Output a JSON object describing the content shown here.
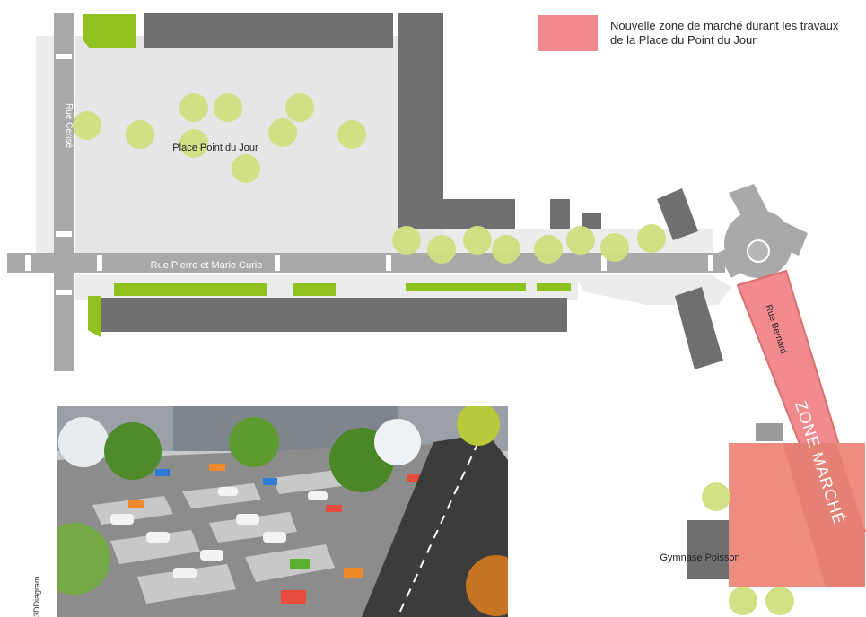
{
  "legend": {
    "color": "#f08a8e",
    "text": "Nouvelle zone de marché durant les travaux de la Place du Point du Jour"
  },
  "labels": {
    "rue_cerise": "Rue Cerisé",
    "place": "Place Point du Jour",
    "rue_curie": "Rue Pierre et Marie Curie",
    "rue_bernard": "Rue Bernard",
    "zone": "ZONE MARCHÉ",
    "gymnase": "Gymnase Poisson"
  },
  "photo": {
    "credit": "3DDiagram"
  },
  "colors": {
    "road": "#a9a9a9",
    "plaza": "#e6e6e6",
    "building": "#6f6f6f",
    "green": "#8fc21f",
    "tree": "#cfe080",
    "market_zone": "#f08a8e",
    "market_border": "#d9706f"
  }
}
